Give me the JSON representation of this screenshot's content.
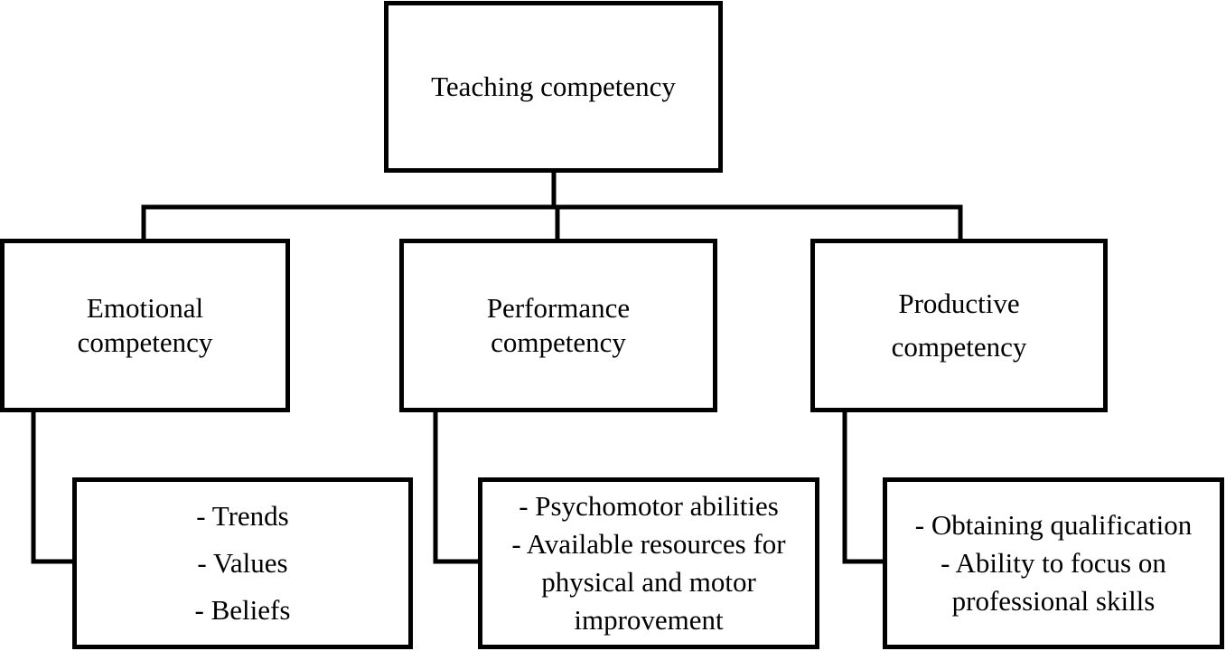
{
  "root": {
    "label": "Teaching competency"
  },
  "categories": [
    {
      "title_lines": [
        "Emotional",
        "competency"
      ],
      "items": [
        "- Trends",
        "- Values",
        "- Beliefs"
      ]
    },
    {
      "title_lines": [
        "Performance",
        "competency"
      ],
      "items": [
        "- Psychomotor abilities",
        "- Available resources for",
        "physical and motor",
        "improvement"
      ]
    },
    {
      "title_lines": [
        "Productive",
        "competency"
      ],
      "items": [
        "- Obtaining qualification",
        "- Ability to focus on",
        "professional skills"
      ]
    }
  ]
}
